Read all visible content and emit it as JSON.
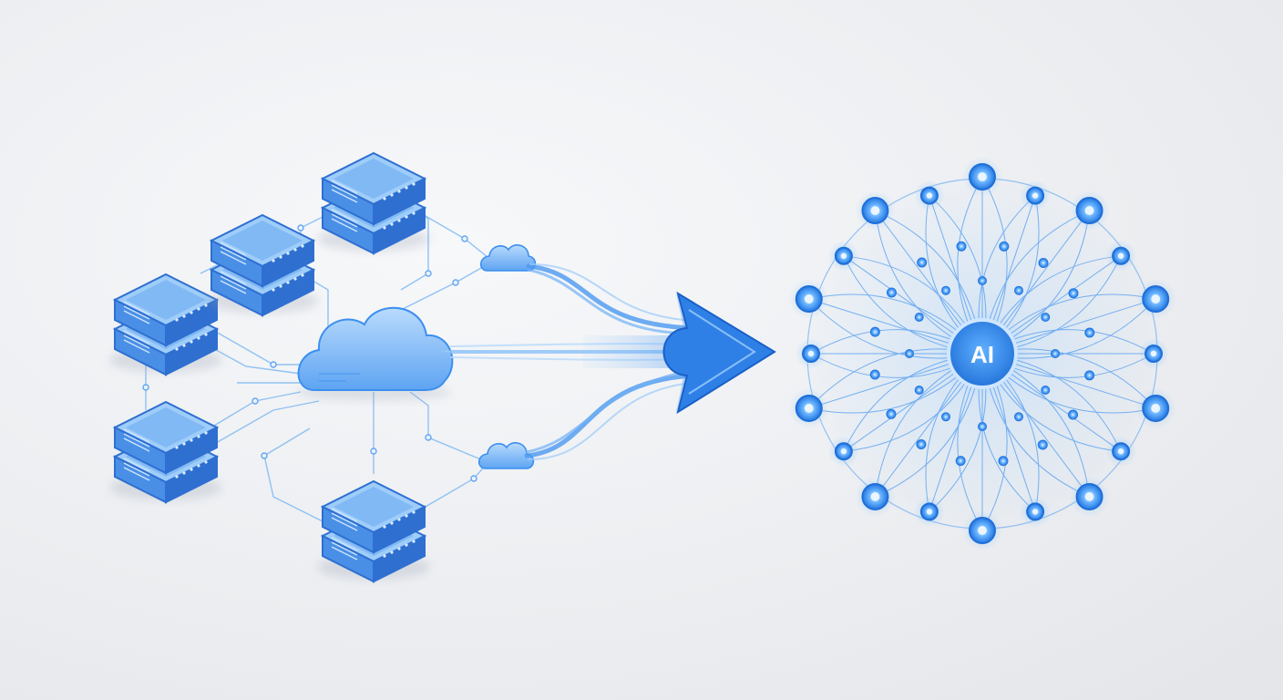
{
  "diagram": {
    "ai_hub_label": "AI",
    "colors": {
      "primary": "#3b8ff0",
      "deep": "#1f6fd8",
      "light": "#a8d0fb",
      "glow": "#6db6ff",
      "server_top": "#8cc2f7",
      "server_side": "#2e6fd1"
    },
    "servers": [
      {
        "name": "server-stack-1"
      },
      {
        "name": "server-stack-2"
      },
      {
        "name": "server-stack-3"
      },
      {
        "name": "server-stack-4"
      },
      {
        "name": "server-stack-5"
      }
    ],
    "icons": [
      "cloud-icon",
      "small-cloud-icon",
      "flow-arrow-icon",
      "neural-network-icon"
    ]
  }
}
